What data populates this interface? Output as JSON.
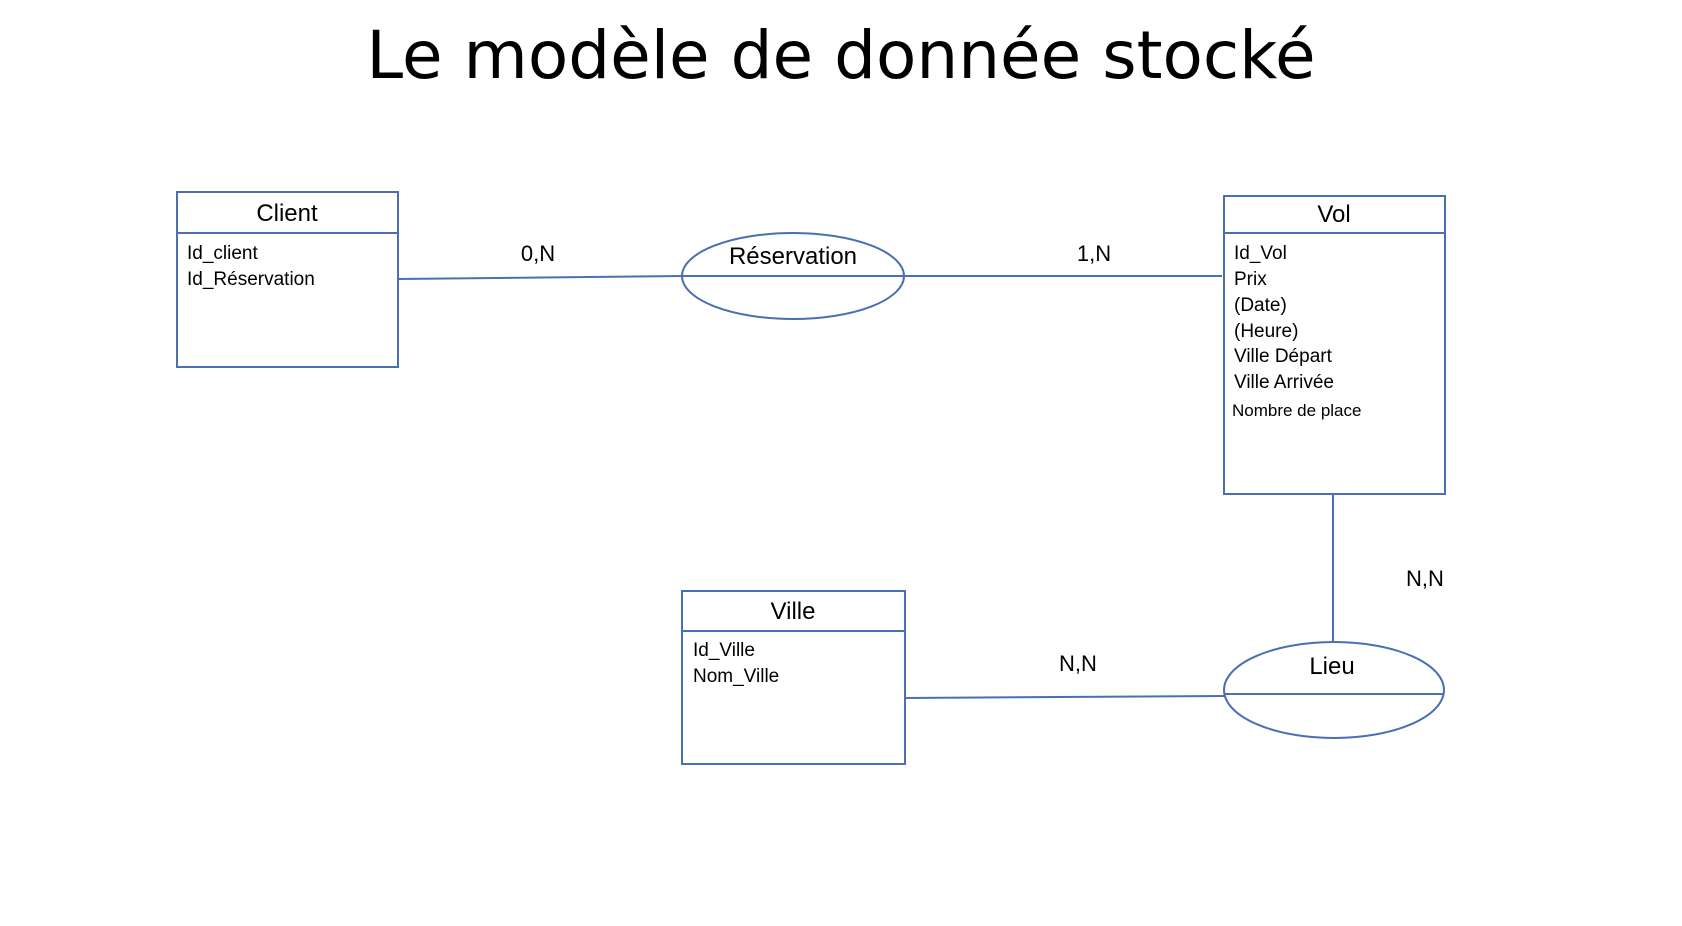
{
  "title": "Le modèle de donnée stocké",
  "colors": {
    "stroke": "#4a6fb5",
    "text": "#000000",
    "background": "#ffffff"
  },
  "entities": {
    "client": {
      "name": "Client",
      "attributes": [
        "Id_client",
        "Id_Réservation"
      ]
    },
    "vol": {
      "name": "Vol",
      "attributes": [
        "Id_Vol",
        "Prix",
        "(Date)",
        "(Heure)",
        "Ville Départ",
        "Ville Arrivée",
        "Nombre de place"
      ]
    },
    "ville": {
      "name": "Ville",
      "attributes": [
        "Id_Ville",
        "Nom_Ville"
      ]
    }
  },
  "relations": {
    "reservation": {
      "name": "Réservation"
    },
    "lieu": {
      "name": "Lieu"
    }
  },
  "cardinalities": {
    "client_reservation": "0,N",
    "reservation_vol": "1,N",
    "vol_lieu": "N,N",
    "ville_lieu": "N,N"
  }
}
